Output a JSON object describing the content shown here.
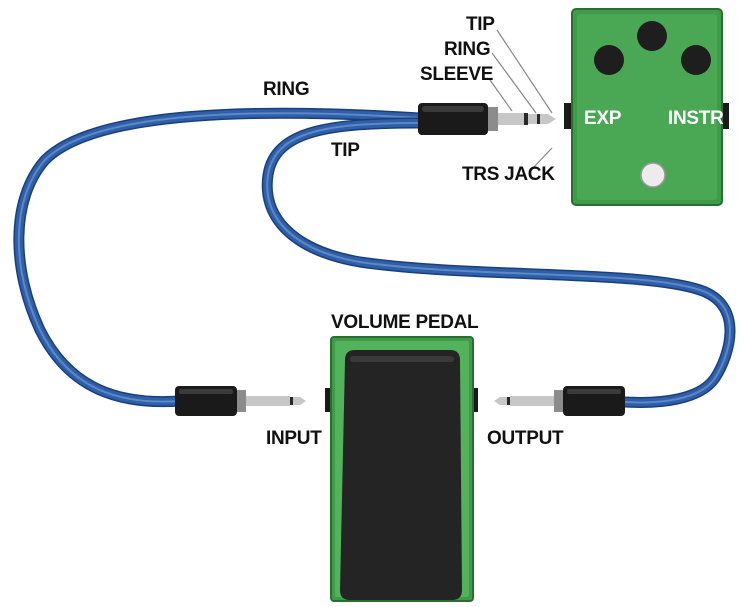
{
  "labels": {
    "tip_top": "TIP",
    "ring_top": "RING",
    "sleeve": "SLEEVE",
    "trs_jack": "TRS JACK",
    "ring_cable": "RING",
    "tip_cable": "TIP",
    "exp": "EXP",
    "instr": "INSTR",
    "volume_pedal": "VOLUME PEDAL",
    "input": "INPUT",
    "output": "OUTPUT"
  },
  "colors": {
    "cable": "#2f5fa8",
    "cable_highlight": "#6f9ad6",
    "pedal_green": "#3f9b49",
    "pedal_green_light": "#52b35c",
    "knob": "#1e1e1e",
    "jack_body": "#1a1a1a",
    "plug_metal": "#b9b9b9"
  },
  "icons": [
    "trs-plug-icon",
    "ts-plug-icon",
    "knob-icon",
    "footswitch-icon"
  ]
}
